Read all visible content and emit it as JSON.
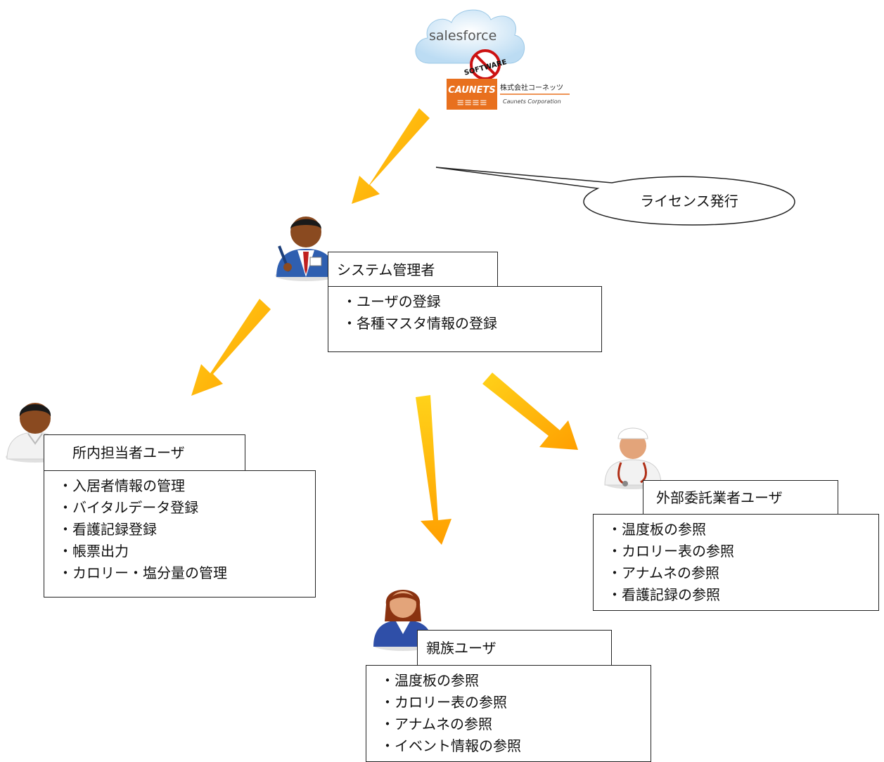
{
  "header": {
    "cloud_brand": "salesforce",
    "badge_text": "SOFTWARE",
    "company_logo_text": "CAUNETS",
    "company_name_ja": "株式会社コーネッツ",
    "company_name_en": "Caunets Corporation"
  },
  "callout": {
    "text": "ライセンス発行"
  },
  "roles": {
    "admin": {
      "title": "システム管理者",
      "duties": [
        "ユーザの登録",
        "各種マスタ情報の登録"
      ]
    },
    "staff": {
      "title": "所内担当者ユーザ",
      "duties": [
        "入居者情報の管理",
        "バイタルデータ登録",
        "看護記録登録",
        "帳票出力",
        "カロリー・塩分量の管理"
      ]
    },
    "family": {
      "title": "親族ユーザ",
      "duties": [
        "温度板の参照",
        "カロリー表の参照",
        "アナムネの参照",
        "イベント情報の参照"
      ]
    },
    "contractor": {
      "title": "外部委託業者ユーザ",
      "duties": [
        "温度板の参照",
        "カロリー表の参照",
        "アナムネの参照",
        "看護記録の参照"
      ]
    }
  },
  "colors": {
    "arrow_light": "#ffd21a",
    "arrow_dark": "#ff9f00",
    "cloud": "#cfe6f7",
    "logo_orange": "#e8701e"
  },
  "icons": {
    "admin": "businessman-avatar-icon",
    "staff": "staff-avatar-icon",
    "family": "woman-avatar-icon",
    "contractor": "nurse-avatar-icon"
  }
}
